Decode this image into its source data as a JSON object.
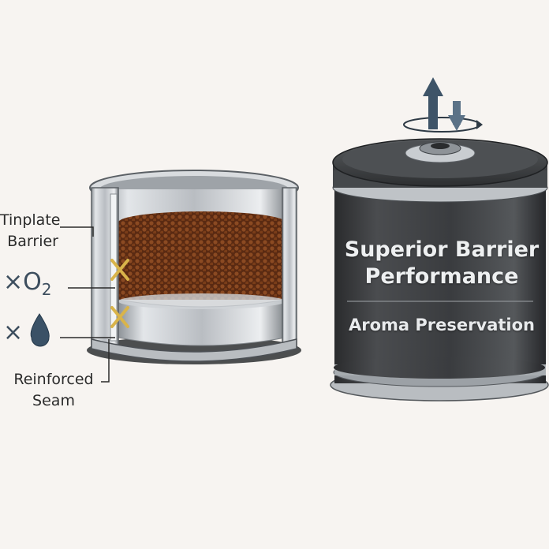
{
  "labels": {
    "tinplate": "Tinplate Barrier",
    "seam": "Reinforced Seam",
    "oxygen_symbol": "O",
    "oxygen_subscript": "2",
    "block_mark": "×"
  },
  "can": {
    "title": "Superior Barrier Performance",
    "subtitle": "Aroma Preservation"
  },
  "colors": {
    "can_body": "#3a3c3e",
    "metal": "#c4c8cc",
    "coffee": "#6a3216",
    "arrow": "#3e5468",
    "cross": "#d9b44a"
  },
  "icons": {
    "oxygen": "oxygen-symbol",
    "water": "water-drop-icon",
    "arrows": "pressure-valve-arrows-icon"
  }
}
